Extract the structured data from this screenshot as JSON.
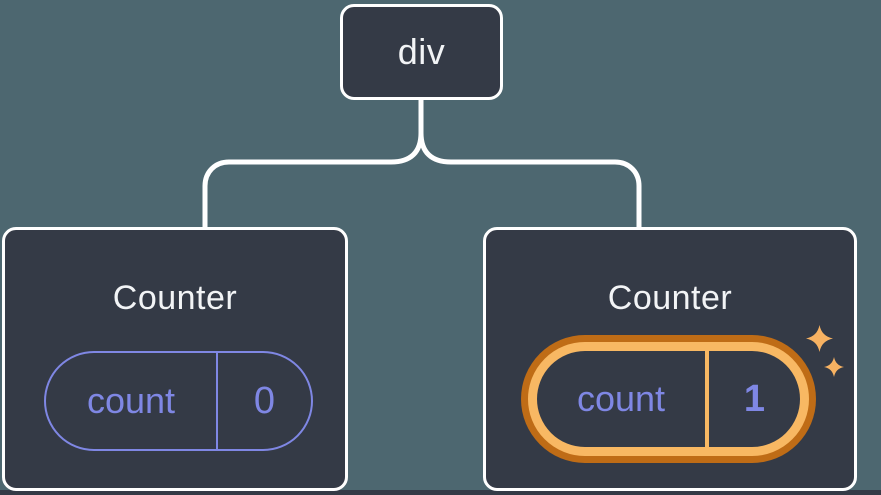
{
  "tree": {
    "root": {
      "label": "div"
    },
    "children": [
      {
        "title": "Counter",
        "state_name": "count",
        "state_value": "0",
        "highlighted": false
      },
      {
        "title": "Counter",
        "state_name": "count",
        "state_value": "1",
        "highlighted": true
      }
    ]
  },
  "icons": {
    "sparkle_large": "sparkle-icon",
    "sparkle_small": "sparkle-icon"
  },
  "colors": {
    "background": "#4d6770",
    "node_fill": "#343a46",
    "node_border": "#ffffff",
    "connector": "#ffffff",
    "state_accent": "#7f87e4",
    "highlight_ring_outer": "#bf6c16",
    "highlight_ring_inner": "#f8b863",
    "sparkle": "#f7b262",
    "title_text": "#f2f4f6"
  }
}
